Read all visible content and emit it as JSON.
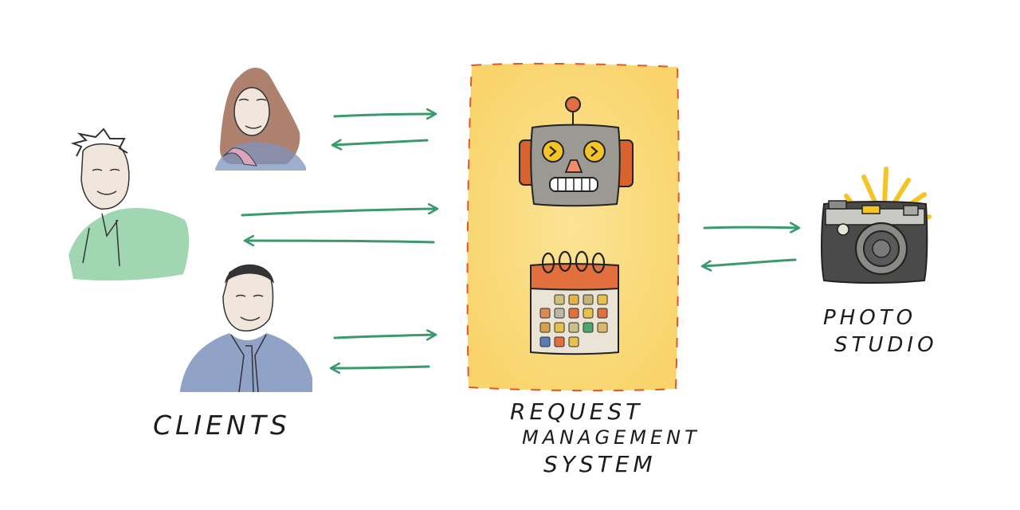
{
  "labels": {
    "clients": "CLIENTS",
    "system_line1": "REQUEST",
    "system_line2": "MANAGEMENT",
    "system_line3": "SYSTEM",
    "studio_line1": "PHOTO",
    "studio_line2": "STUDIO"
  },
  "colors": {
    "arrow": "#3a9a6e",
    "system_box_fill": "#fbd66a",
    "system_box_border": "#e0562a",
    "robot_body": "#9a9a92",
    "robot_ears": "#d9632e",
    "calendar_top": "#e2703e",
    "camera_body": "#4a4a4a",
    "camera_flash": "#f5c427",
    "client_green": "#8fcfa4",
    "client_blue": "#7d93bd",
    "client_pink": "#e5a8c0"
  },
  "icons": {
    "robot": "robot-icon",
    "calendar": "calendar-icon",
    "camera": "camera-icon"
  }
}
